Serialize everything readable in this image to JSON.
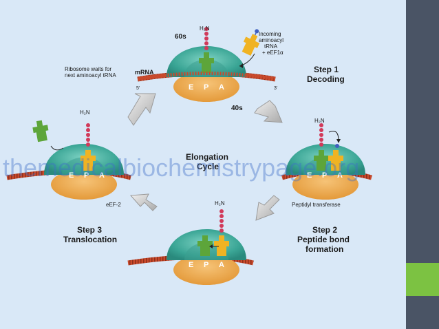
{
  "diagram": {
    "title_line1": "Elongation",
    "title_line2": "Cycle",
    "step1": {
      "line1": "Step 1",
      "line2": "Decoding"
    },
    "step2": {
      "line1": "Step 2",
      "line2": "Peptide bond",
      "line3": "formation"
    },
    "step3": {
      "line1": "Step 3",
      "line2": "Translocation"
    },
    "label_60s": "60s",
    "label_40s": "40s",
    "label_mrna": "mRNA",
    "label_5prime": "5'",
    "label_3prime": "3'",
    "label_h2n": "H₂N",
    "incoming": {
      "line1": "Incoming",
      "line2": "aminoacyl",
      "line3": "tRNA",
      "line4": "+ eEF1α"
    },
    "waits": {
      "line1": "Ribosome waits for",
      "line2": "next aminoacyl tRNA"
    },
    "peptidyl_transferase": "Peptidyl transferase",
    "eef2": "eEF-2",
    "sites": [
      "E",
      "P",
      "A"
    ]
  },
  "watermark": "themedicalbiochemistrypage.org",
  "colors": {
    "sidebar": "#4a5465",
    "accent": "#7cc242",
    "background": "#d9e8f7",
    "large_subunit": "#4fb3a6",
    "small_subunit": "#f2b25c",
    "mrna": "#c94a2c",
    "trna_green": "#5da53a",
    "trna_yellow": "#f0b323",
    "amino_acid": "#d13a5a",
    "watermark": "#3f6fc7"
  }
}
